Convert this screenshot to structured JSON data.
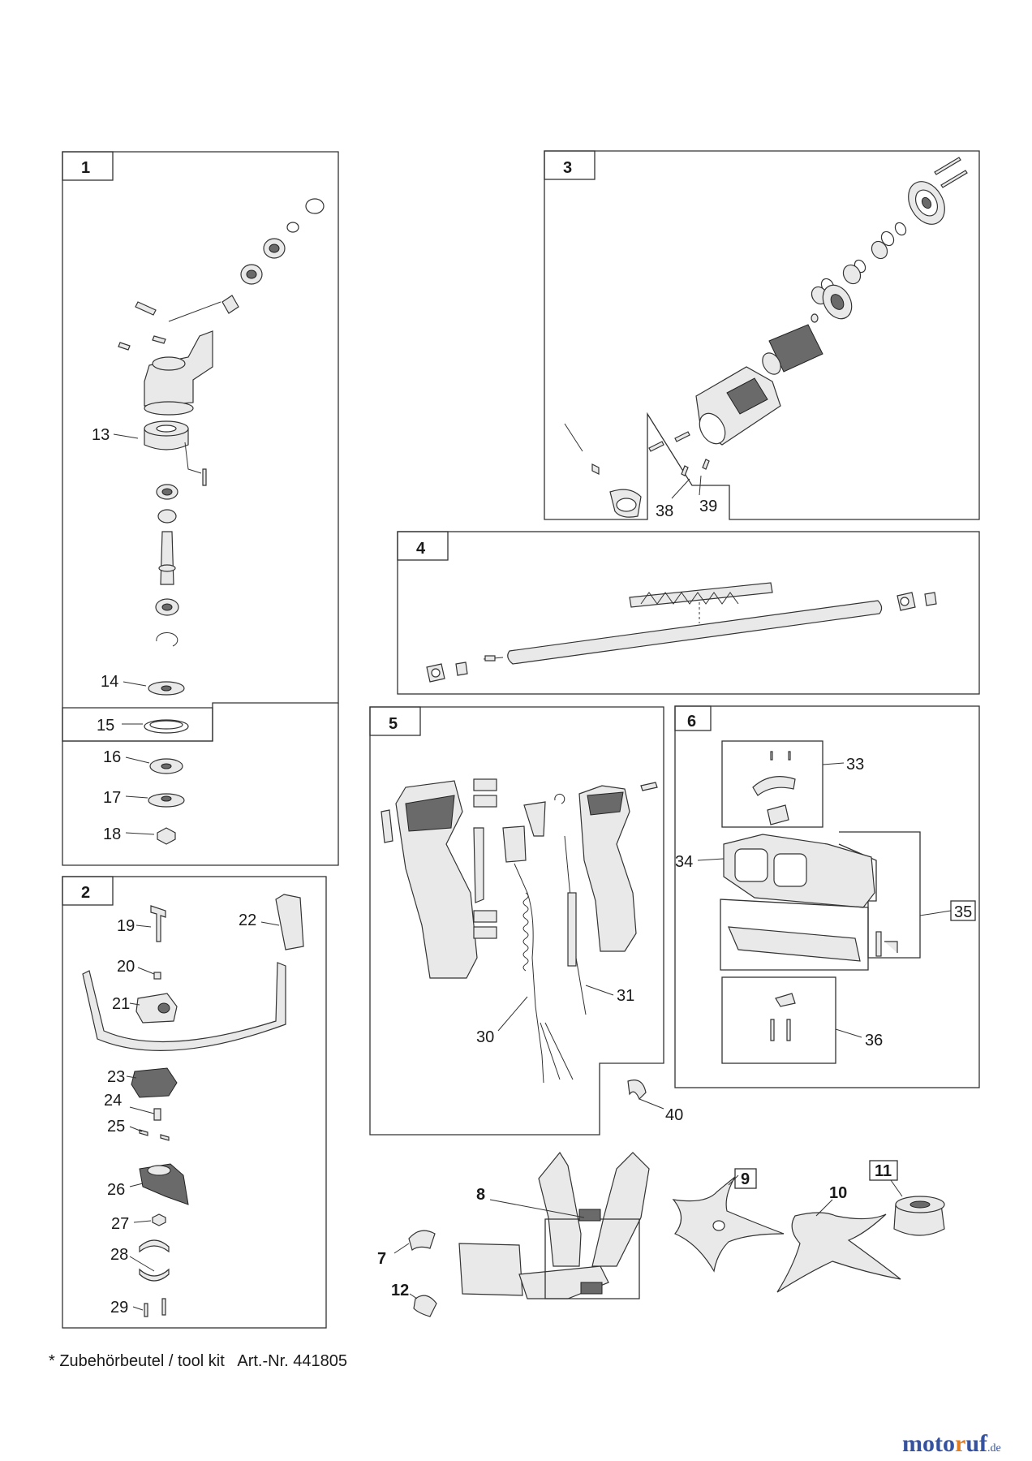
{
  "sections": [
    {
      "id": "1"
    },
    {
      "id": "2"
    },
    {
      "id": "3"
    },
    {
      "id": "4"
    },
    {
      "id": "5"
    },
    {
      "id": "6"
    }
  ],
  "callouts": {
    "c7": "7",
    "c8": "8",
    "c9": "9",
    "c10": "10",
    "c11": "11",
    "c12": "12",
    "c13": "13",
    "c14": "14",
    "c15": "15",
    "c16": "16",
    "c17": "17",
    "c18": "18",
    "c19": "19",
    "c20": "20",
    "c21": "21",
    "c22": "22",
    "c23": "23",
    "c24": "24",
    "c25": "25",
    "c26": "26",
    "c27": "27",
    "c28": "28",
    "c29": "29",
    "c30": "30",
    "c31": "31",
    "c33": "33",
    "c34": "34",
    "c35": "35",
    "c36": "36",
    "c38": "38",
    "c39": "39",
    "c40": "40"
  },
  "footer": {
    "note": "* Zubehörbeutel / tool kit",
    "article": "Art.-Nr. 441805"
  },
  "logo": {
    "text_main": "moto",
    "text_accent": "r",
    "text_end": "uf",
    "tld": ".de"
  },
  "colors": {
    "logo_blue": "#3552a0",
    "logo_orange": "#e07c1f",
    "line": "#333333"
  }
}
